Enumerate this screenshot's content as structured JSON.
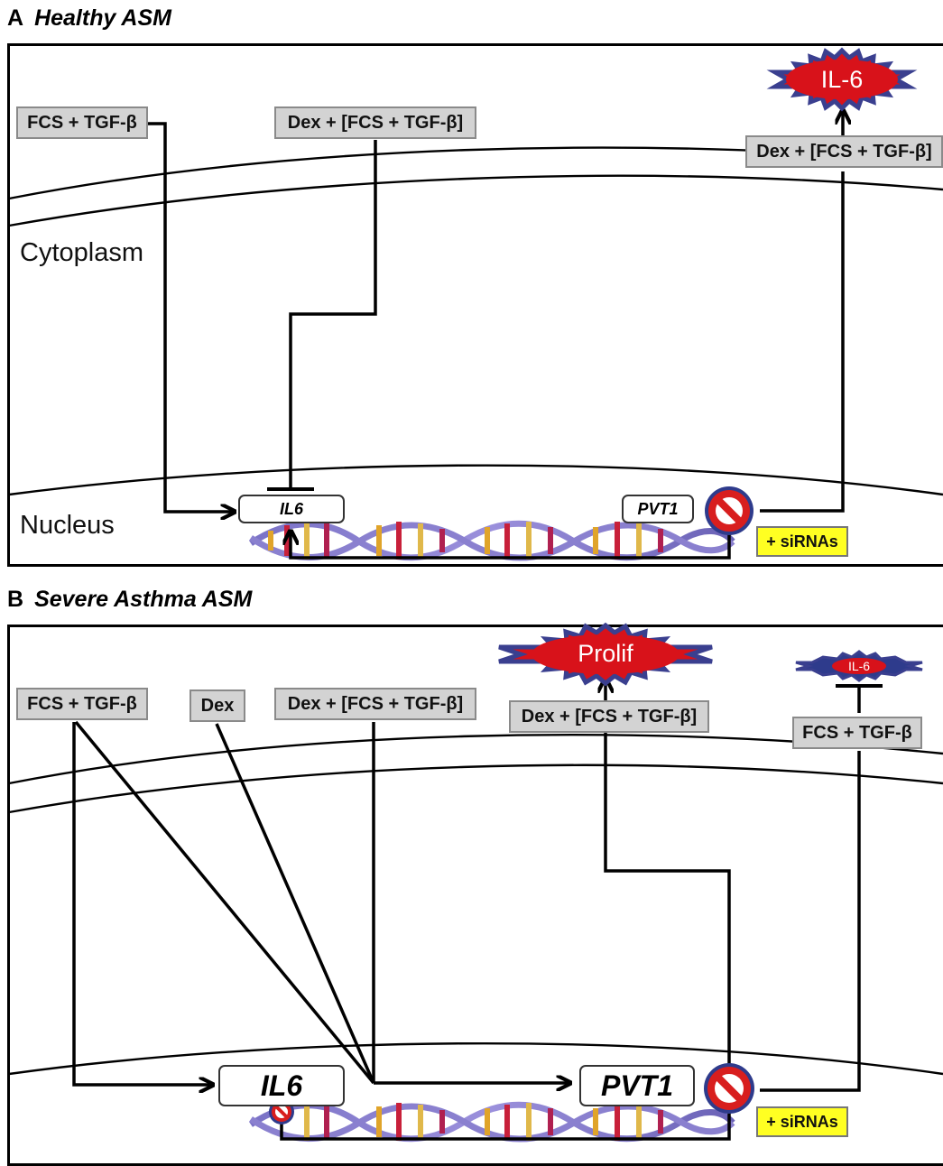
{
  "panel_a": {
    "letter": "A",
    "title": "Healthy ASM",
    "cytoplasm_label": "Cytoplasm",
    "nucleus_label": "Nucleus",
    "box_fcs_tgf": "FCS + TGF-β",
    "box_dex_fcs_tgf": "Dex + [FCS + TGF-β]",
    "box_dex_fcs_tgf_right": "Dex + [FCS + TGF-β]",
    "gene_il6": "IL6",
    "gene_pvt1": "PVT1",
    "burst_il6": "IL-6",
    "sirna": "+ siRNAs"
  },
  "panel_b": {
    "letter": "B",
    "title": "Severe Asthma ASM",
    "box_fcs_tgf": "FCS + TGF-β",
    "box_dex": "Dex",
    "box_dex_fcs_tgf": "Dex + [FCS + TGF-β]",
    "box_dex_fcs_tgf_prolif": "Dex + [FCS + TGF-β]",
    "box_fcs_tgf_right": "FCS + TGF-β",
    "gene_il6": "IL6",
    "gene_pvt1": "PVT1",
    "burst_prolif": "Prolif",
    "burst_il6": "IL-6",
    "sirna": "+ siRNAs"
  },
  "colors": {
    "burst_fill": "#d8121a",
    "burst_edge": "#3a3f8f",
    "sirna_bg": "#ffff22",
    "box_gray": "#d3d3d3",
    "no_sign_red": "#d81e1e",
    "no_sign_blue": "#2e3b8c"
  },
  "icons": {
    "no_sign": "prohibition-icon",
    "dna": "dna-helix-icon",
    "burst": "starburst-icon"
  }
}
